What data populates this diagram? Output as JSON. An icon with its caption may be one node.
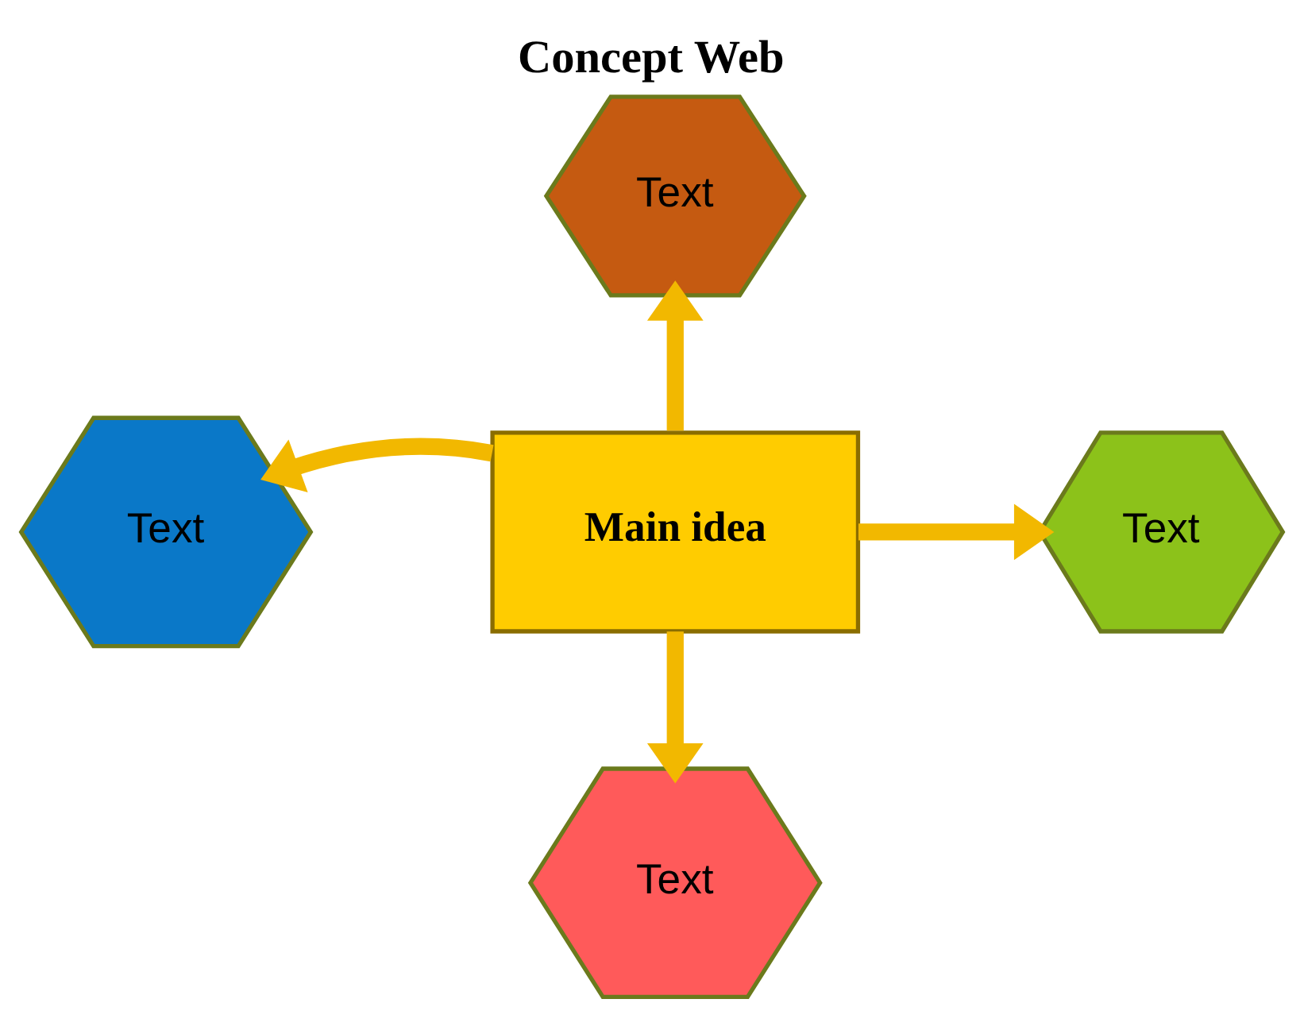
{
  "diagram": {
    "title": "Concept Web",
    "nodes": [
      {
        "text": [
          "Main idea"
        ]
      },
      {
        "text": [
          "Text"
        ]
      },
      {
        "text": [
          "Text"
        ]
      },
      {
        "text": [
          "Text"
        ]
      },
      {
        "text": [
          "Text"
        ]
      }
    ],
    "edges": [
      {
        "from": 0,
        "to": 1,
        "arrow": "to"
      },
      {
        "from": 0,
        "to": 2,
        "arrow": "to"
      },
      {
        "from": 0,
        "to": 3,
        "arrow": "to"
      },
      {
        "from": 0,
        "to": 4,
        "arrow": "to"
      }
    ]
  }
}
